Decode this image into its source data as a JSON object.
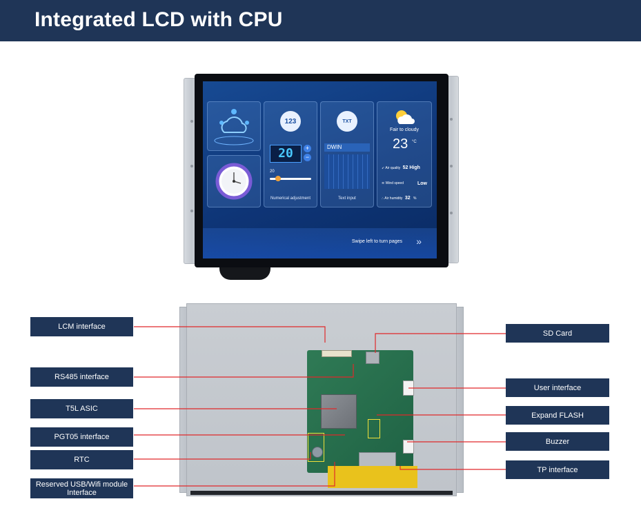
{
  "header": {
    "title": "Integrated LCD with CPU"
  },
  "screen": {
    "numeric_display": "20",
    "slider_value": "20",
    "numeric_card_label": "Numerical adjustment",
    "numeric_icon_text": "123",
    "text_input_value": "DWIN",
    "text_card_label": "Text input",
    "keyboard_icon_text": "TXT",
    "weather_condition": "Fair to cloudy",
    "temperature": "23",
    "temperature_unit": "°C",
    "air_quality_label": "Air quality",
    "air_quality_value": "52 High",
    "wind_speed_label": "Wind speed",
    "wind_speed_value": "Low",
    "humidity_label": "Air humidity",
    "humidity_value": "32",
    "humidity_unit": "%",
    "swipe_hint": "Swipe left to turn pages",
    "swipe_icon": "double-chevron-right-icon"
  },
  "left_labels": [
    "LCM interface",
    "RS485 interface",
    "T5L ASIC",
    "PGT05 interface",
    "RTC",
    "Reserved USB/Wifi module Interface"
  ],
  "right_labels": [
    "SD Card",
    "User interface",
    "Expand FLASH",
    "Buzzer",
    "TP interface"
  ],
  "colors": {
    "header": "#1f3557",
    "label_box": "#1f3557",
    "leader_line": "#e0282a"
  }
}
